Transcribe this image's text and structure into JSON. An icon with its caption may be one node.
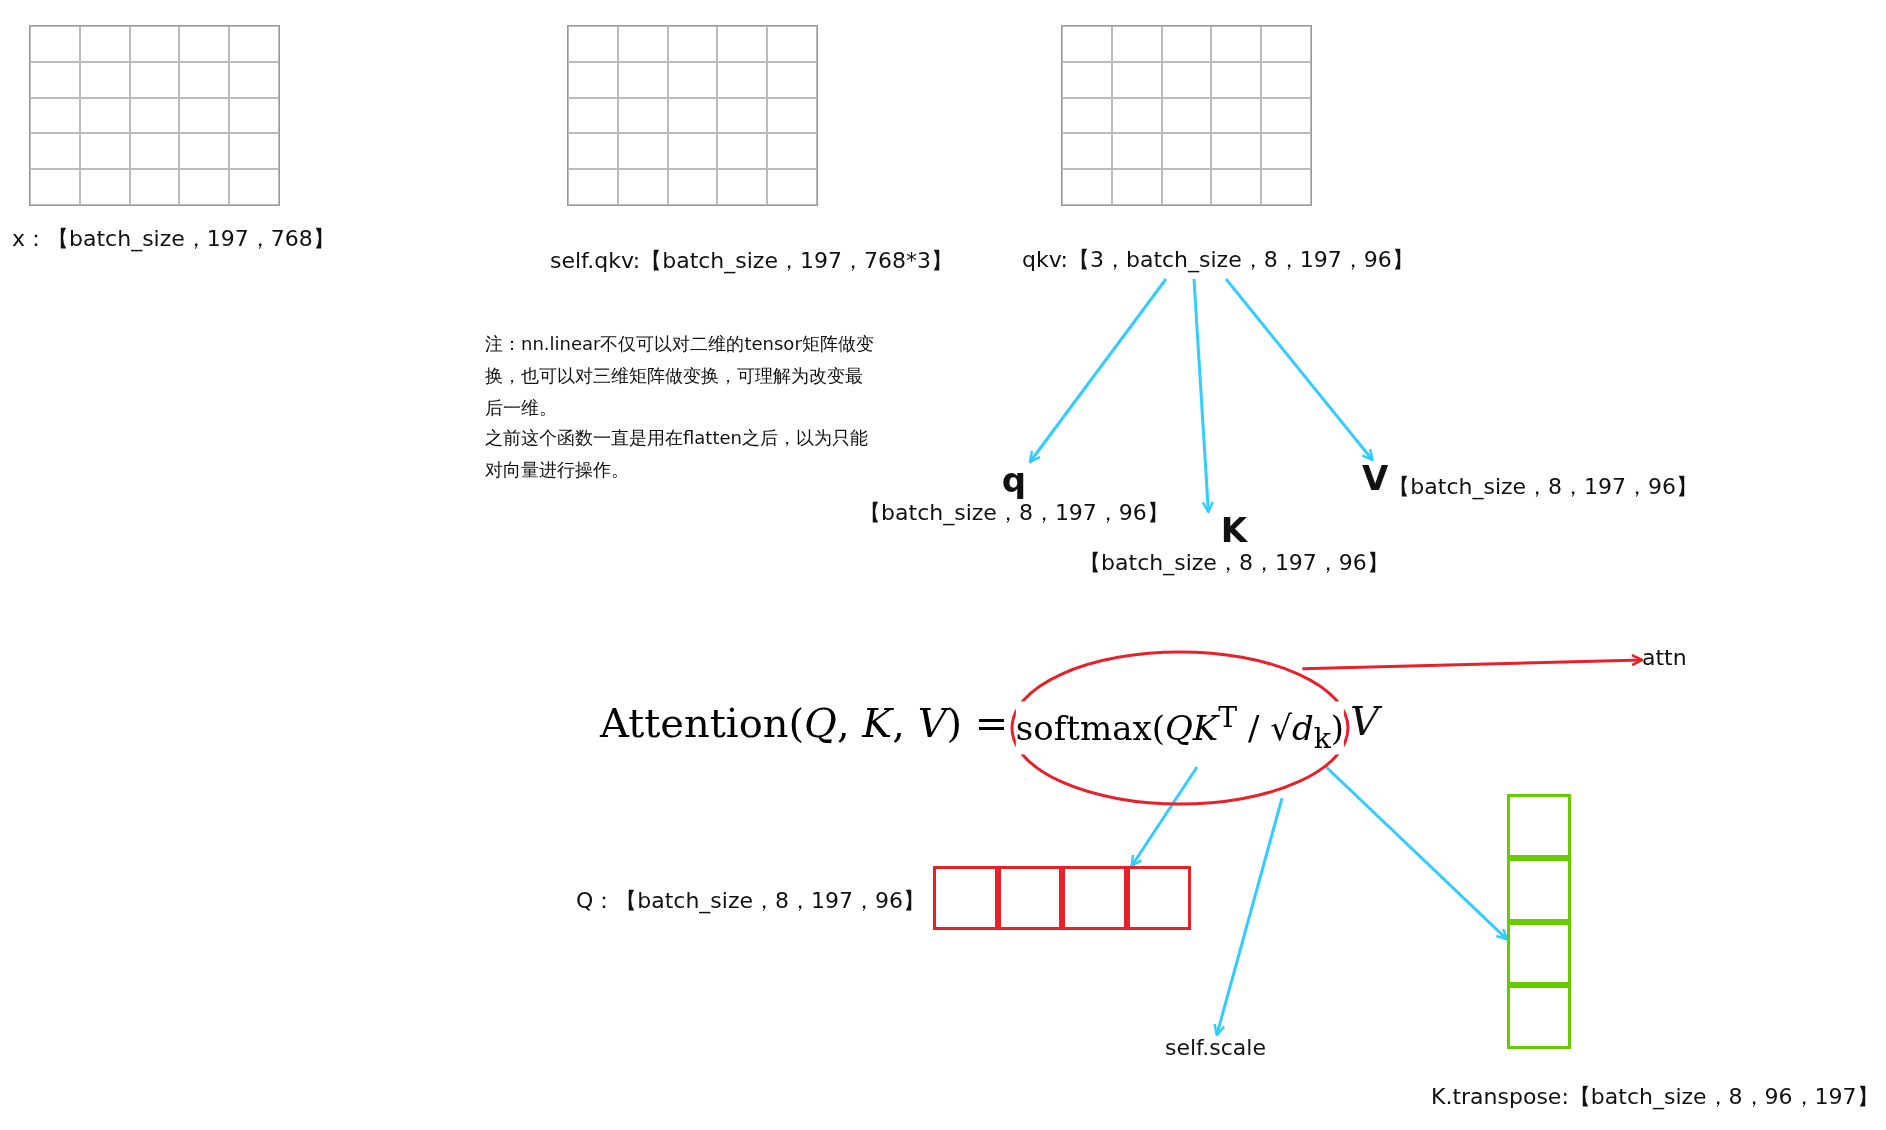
{
  "diagram": {
    "nodes": [
      {
        "text": [
          "qkv:【3，batch_size，8，197，96】"
        ]
      },
      {
        "text": [
          "q",
          "【batch_size，8，197，96】"
        ]
      },
      {
        "text": [
          "K",
          "【batch_size，8，197，96】"
        ]
      },
      {
        "text": [
          "V",
          "【batch_size，8，197，96】"
        ]
      },
      {
        "text": [
          "Attention(*Q*, *K*, *V*) ="
        ]
      },
      {
        "text": [
          "softmax(*QK*$^{T}$ / √*d*$_{k}$)"
        ]
      },
      {
        "text": [
          "attn"
        ]
      },
      {
        "text": [],
        "shape": "box",
        "beside": [
          "Q：【batch_size，8，197，96】"
        ]
      },
      {
        "text": [
          "self.scale"
        ]
      },
      {
        "text": [],
        "shape": "box",
        "beside": [
          "K.transpose:【batch_size，8，96，197】"
        ]
      }
    ],
    "edges": [
      {
        "from": 0,
        "to": 1,
        "arrow": "to"
      },
      {
        "from": 0,
        "to": 2,
        "arrow": "to"
      },
      {
        "from": 0,
        "to": 3,
        "arrow": "to"
      },
      {
        "from": 5,
        "to": 6,
        "arrow": "to",
        "color": "#e8202a"
      },
      {
        "from": 5,
        "to": 7,
        "arrow": "to"
      },
      {
        "from": 5,
        "to": 8,
        "arrow": "to"
      },
      {
        "from": 5,
        "to": 9,
        "arrow": "to"
      }
    ],
    "labels": [
      "x：【batch_size，197，768】",
      "self.qkv:【batch_size，197，768*3】",
      "注：nn.linear不仅可以对二维的tensor矩阵做变换，也可以对三维矩阵做变换，可理解为改变最后一维。",
      "之前这个函数一直是用在flatten之后，以为只能对向量进行操作。",
      "*V*"
    ]
  }
}
